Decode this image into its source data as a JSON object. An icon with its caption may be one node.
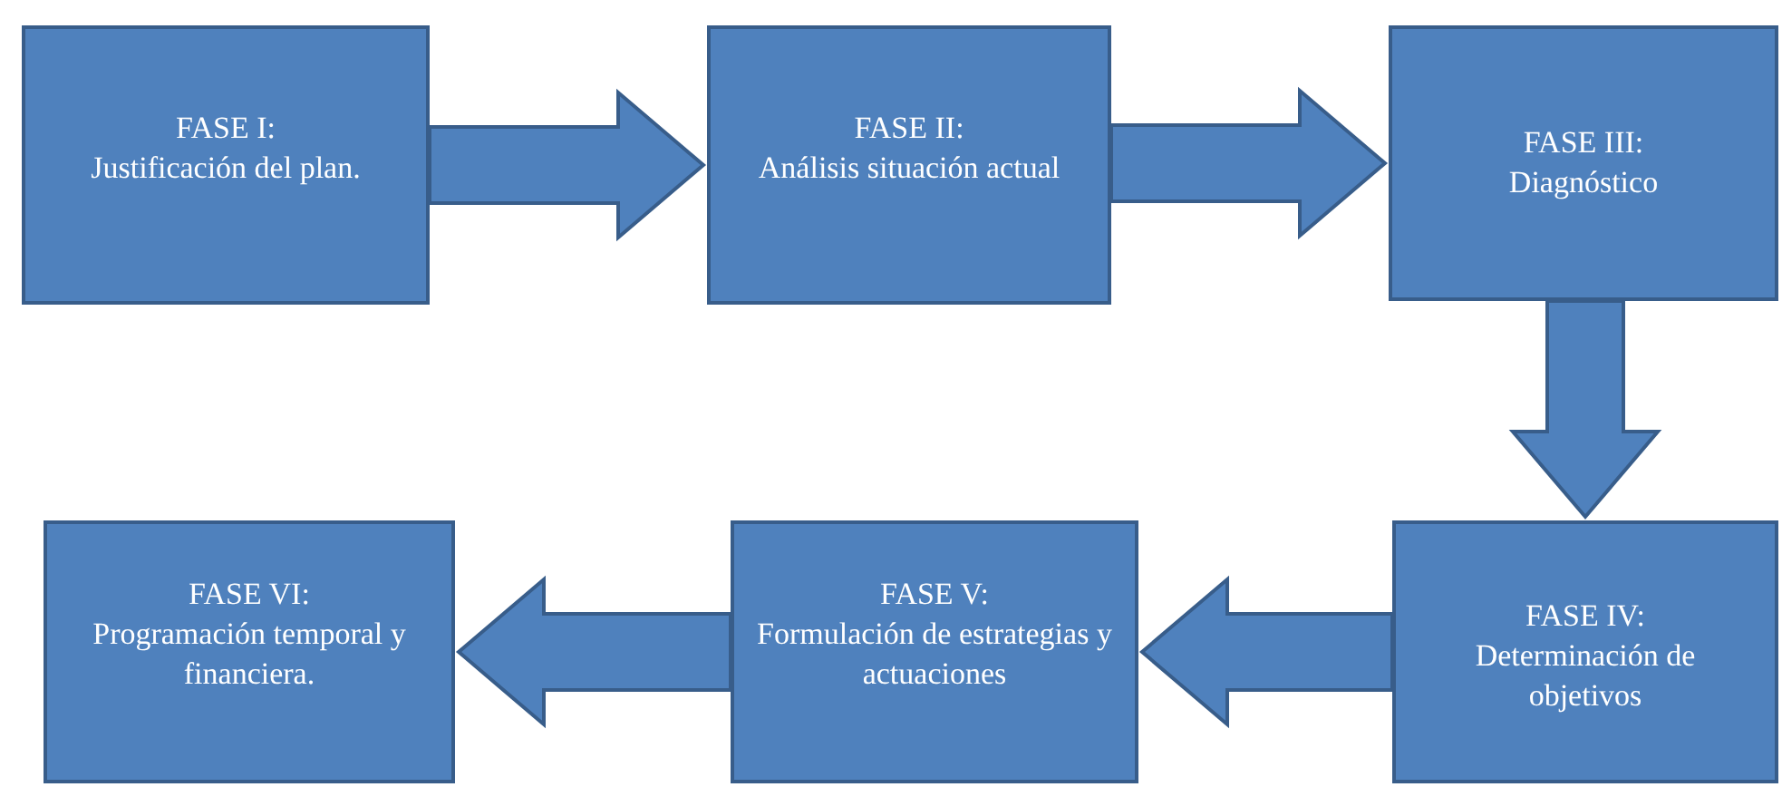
{
  "diagram": {
    "nodes": [
      {
        "text": [
          "FASE I:",
          "Justificación del plan."
        ]
      },
      {
        "text": [
          "FASE II:",
          "Análisis situación actual"
        ]
      },
      {
        "text": [
          "FASE III:",
          "Diagnóstico"
        ]
      },
      {
        "text": [
          "FASE IV:",
          "Determinación de objetivos"
        ]
      },
      {
        "text": [
          "FASE V:",
          "Formulación de estrategias y actuaciones"
        ]
      },
      {
        "text": [
          "FASE VI:",
          "Programación temporal y financiera."
        ]
      }
    ],
    "edges": [
      {
        "from": 0,
        "to": 1,
        "arrow": "to"
      },
      {
        "from": 1,
        "to": 2,
        "arrow": "to"
      },
      {
        "from": 2,
        "to": 3,
        "arrow": "to"
      },
      {
        "from": 3,
        "to": 4,
        "arrow": "to"
      },
      {
        "from": 4,
        "to": 5,
        "arrow": "to"
      }
    ]
  }
}
